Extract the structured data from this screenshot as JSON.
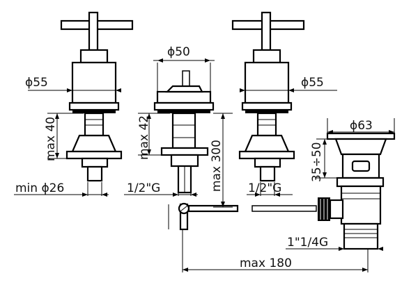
{
  "dimensions": {
    "d55_left": "ϕ55",
    "d50": "ϕ50",
    "d55_right": "ϕ55",
    "max40": "max 40",
    "max42": "max 42",
    "max300": "max 300",
    "min26": "min ϕ26",
    "half_g_center": "1/2\"G",
    "half_g_right": "1/2\"G",
    "d63": "ϕ63",
    "range_35_50": "35÷50",
    "one_quarter_g": "1\"1/4G",
    "max180": "max 180"
  }
}
